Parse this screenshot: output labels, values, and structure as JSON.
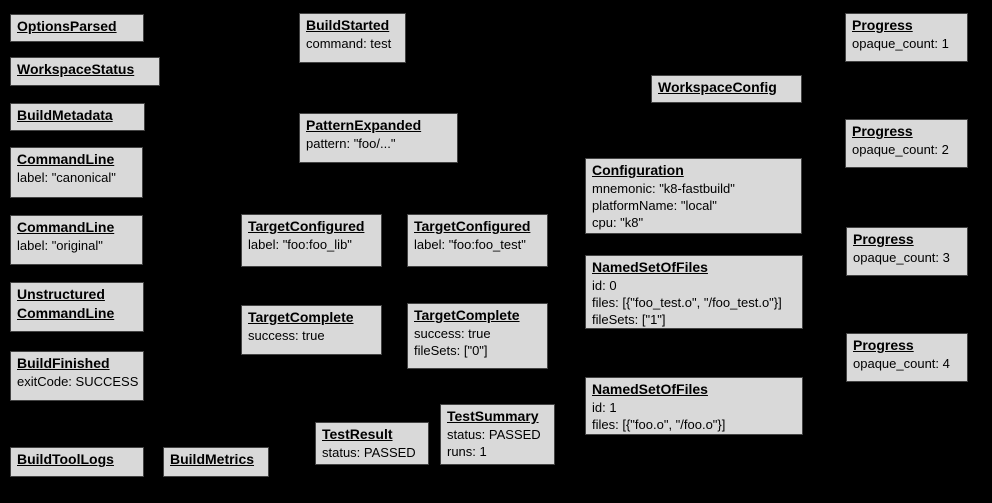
{
  "diagram": {
    "description": "Build event protocol event graph",
    "background_color": "#000000",
    "node_fill_color": "#d9d9d9",
    "node_border_color": "#434343",
    "text_color": "#000000"
  },
  "boxes": [
    {
      "id": "options-parsed",
      "title": "OptionsParsed"
    },
    {
      "id": "workspace-status",
      "title": "WorkspaceStatus"
    },
    {
      "id": "build-metadata",
      "title": "BuildMetadata"
    },
    {
      "id": "command-line-canonical",
      "title": "CommandLine",
      "detail": "label: \"canonical\""
    },
    {
      "id": "command-line-original",
      "title": "CommandLine",
      "detail": "label: \"original\""
    },
    {
      "id": "unstructured-command-line",
      "title": "Unstructured\nCommandLine"
    },
    {
      "id": "build-finished",
      "title": "BuildFinished",
      "detail": "exitCode: SUCCESS"
    },
    {
      "id": "build-tool-logs",
      "title": "BuildToolLogs"
    },
    {
      "id": "build-metrics",
      "title": "BuildMetrics"
    },
    {
      "id": "build-started",
      "title": "BuildStarted",
      "detail": "command: test"
    },
    {
      "id": "pattern-expanded",
      "title": "PatternExpanded",
      "detail": "pattern: \"foo/...\""
    },
    {
      "id": "target-configured-foo-lib",
      "title": "TargetConfigured",
      "detail": "label: \"foo:foo_lib\""
    },
    {
      "id": "target-configured-foo-test",
      "title": "TargetConfigured",
      "detail": "label: \"foo:foo_test\""
    },
    {
      "id": "target-complete-foo-lib",
      "title": "TargetComplete",
      "detail": "success: true"
    },
    {
      "id": "target-complete-foo-test",
      "title": "TargetComplete",
      "detail": "success: true\nfileSets: [\"0\"]"
    },
    {
      "id": "test-result",
      "title": "TestResult",
      "detail": "status: PASSED"
    },
    {
      "id": "test-summary",
      "title": "TestSummary",
      "detail": "status: PASSED\nruns: 1"
    },
    {
      "id": "workspace-config",
      "title": "WorkspaceConfig"
    },
    {
      "id": "configuration",
      "title": "Configuration",
      "detail": "mnemonic: \"k8-fastbuild\"\nplatformName: \"local\"\ncpu: \"k8\""
    },
    {
      "id": "named-set-of-files-0",
      "title": "NamedSetOfFiles",
      "detail": "id: 0\nfiles: [{\"foo_test.o\", \"/foo_test.o\"}]\nfileSets: [\"1\"]"
    },
    {
      "id": "named-set-of-files-1",
      "title": "NamedSetOfFiles",
      "detail": "id: 1\nfiles: [{\"foo.o\", \"/foo.o\"}]"
    },
    {
      "id": "progress-1",
      "title": "Progress",
      "detail": "opaque_count: 1"
    },
    {
      "id": "progress-2",
      "title": "Progress",
      "detail": "opaque_count: 2"
    },
    {
      "id": "progress-3",
      "title": "Progress",
      "detail": "opaque_count: 3"
    },
    {
      "id": "progress-4",
      "title": "Progress",
      "detail": "opaque_count: 4"
    }
  ]
}
